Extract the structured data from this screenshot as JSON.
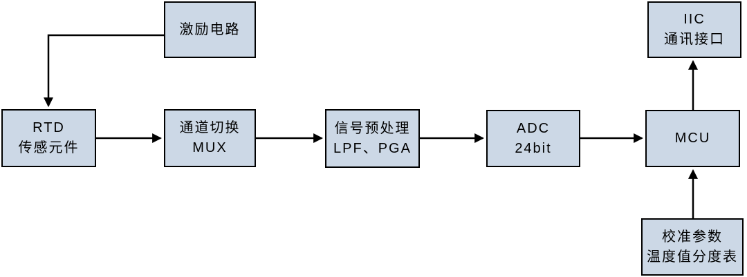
{
  "diagram": {
    "type": "block-diagram",
    "description_language": "zh-CN",
    "colors": {
      "box_fill": "#ccd8e6",
      "box_border": "#000000",
      "arrow": "#000000",
      "background": "#ffffff",
      "text": "#000000"
    },
    "boxes": {
      "excitation": {
        "line1": "激励电路"
      },
      "rtd": {
        "line1": "RTD",
        "line2": "传感元件"
      },
      "mux": {
        "line1": "通道切换",
        "line2": "MUX"
      },
      "preprocess": {
        "line1": "信号预处理",
        "line2": "LPF、PGA"
      },
      "adc": {
        "line1": "ADC",
        "line2": "24bit"
      },
      "mcu": {
        "line1": "MCU"
      },
      "iic": {
        "line1": "IIC",
        "line2": "通讯接口"
      },
      "calibration": {
        "line1": "校准参数",
        "line2": "温度值分度表"
      }
    },
    "connections": [
      {
        "from": "excitation",
        "to": "rtd"
      },
      {
        "from": "rtd",
        "to": "mux"
      },
      {
        "from": "mux",
        "to": "preprocess"
      },
      {
        "from": "preprocess",
        "to": "adc"
      },
      {
        "from": "adc",
        "to": "mcu"
      },
      {
        "from": "mcu",
        "to": "iic"
      },
      {
        "from": "calibration",
        "to": "mcu"
      }
    ]
  }
}
